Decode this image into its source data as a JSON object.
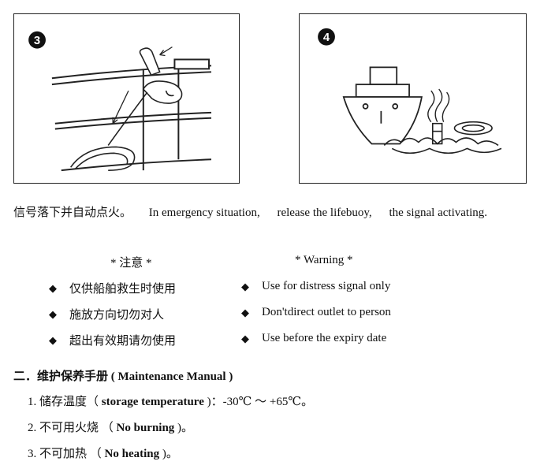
{
  "steps": [
    {
      "number": "3"
    },
    {
      "number": "4"
    }
  ],
  "caption": {
    "cn": "信号落下并自动点火。",
    "en_parts": [
      "In emergency situation,",
      "release the lifebuoy,",
      "the signal activating."
    ]
  },
  "warning": {
    "heading_cn": "* 注意 *",
    "heading_en": "* Warning *",
    "items_cn": [
      "仅供船舶救生时使用",
      "施放方向切勿对人",
      "超出有效期请勿使用"
    ],
    "items_en": [
      "Use for distress signal only",
      "Don'tdirect outlet to person",
      "Use before the expiry date"
    ],
    "bullet": "◆"
  },
  "maintenance": {
    "title": "二．维护保养手册  ( Maintenance Manual )",
    "items": [
      {
        "num": "1.",
        "pre": "储存温度（ ",
        "bold": "storage temperature",
        "post": " )：-30℃  ～  +65℃。"
      },
      {
        "num": "2.",
        "pre": "不可用火烧   （ ",
        "bold": "No burning",
        "post": " )。"
      },
      {
        "num": "3.",
        "pre": "不可加热   （ ",
        "bold": "No heating",
        "post": " )。"
      }
    ]
  }
}
